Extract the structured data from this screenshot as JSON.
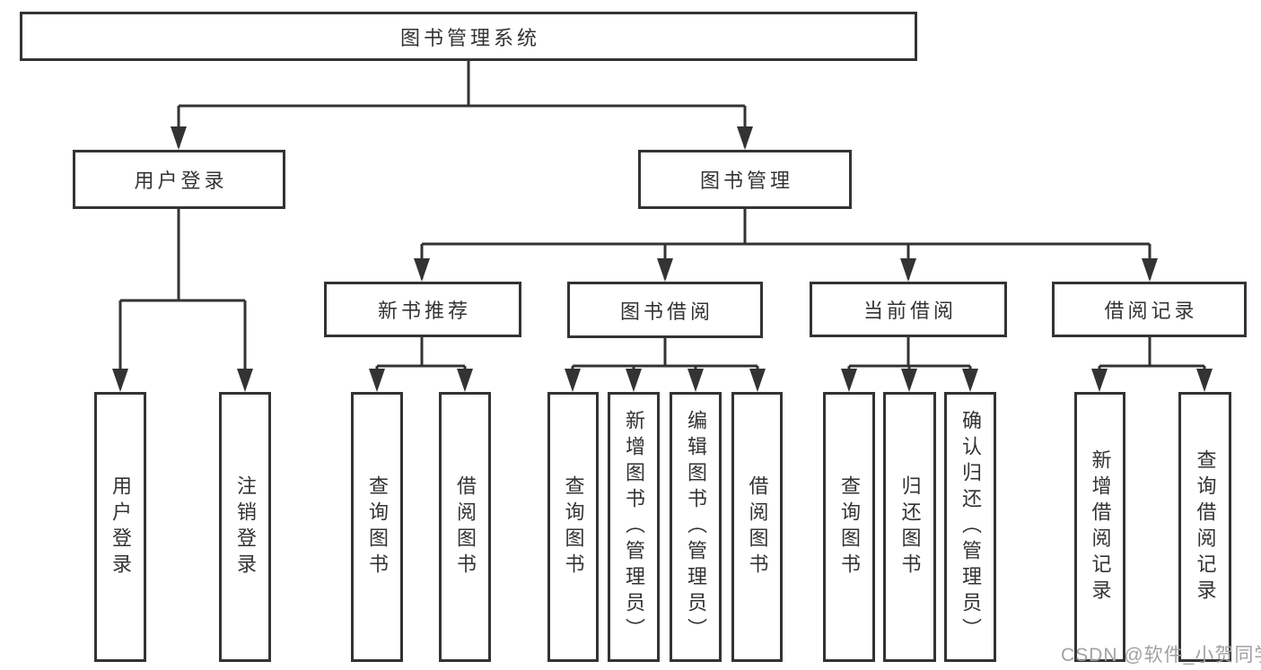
{
  "tree": {
    "root": {
      "label": "图书管理系统",
      "children": [
        {
          "label": "用户登录",
          "children": [
            {
              "label": "用户登录"
            },
            {
              "label": "注销登录"
            }
          ]
        },
        {
          "label": "图书管理",
          "children": [
            {
              "label": "新书推荐",
              "children": [
                {
                  "label": "查询图书"
                },
                {
                  "label": "借阅图书"
                }
              ]
            },
            {
              "label": "图书借阅",
              "children": [
                {
                  "label": "查询图书"
                },
                {
                  "label": "新增图书（管理员）"
                },
                {
                  "label": "编辑图书（管理员）"
                },
                {
                  "label": "借阅图书"
                }
              ]
            },
            {
              "label": "当前借阅",
              "children": [
                {
                  "label": "查询图书"
                },
                {
                  "label": "归还图书"
                },
                {
                  "label": "确认归还（管理员）"
                }
              ]
            },
            {
              "label": "借阅记录",
              "children": [
                {
                  "label": "新增借阅记录"
                },
                {
                  "label": "查询借阅记录"
                }
              ]
            }
          ]
        }
      ]
    }
  },
  "watermark": {
    "text": "CSDN @软件_小贺同学",
    "color": "#a1a1a1"
  },
  "colors": {
    "line": "#333333",
    "text": "#333333",
    "background": "#ffffff"
  }
}
